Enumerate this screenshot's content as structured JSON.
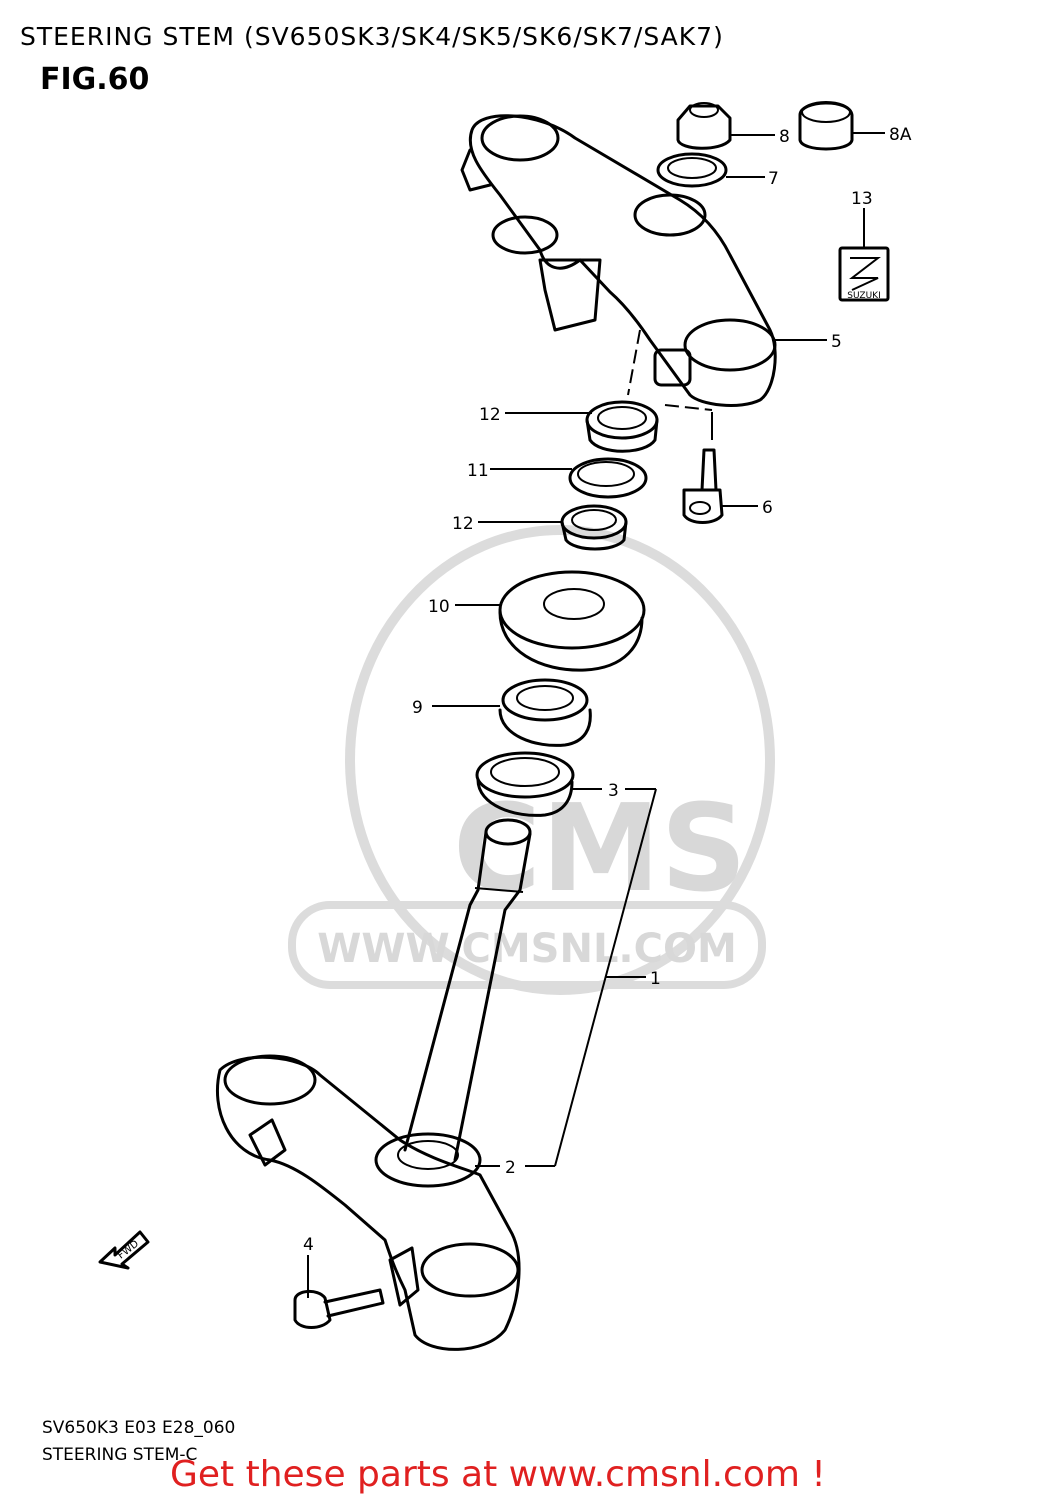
{
  "header": {
    "title": "STEERING STEM (SV650SK3/SK4/SK5/SK6/SK7/SAK7)",
    "figure": "FIG.60"
  },
  "callouts": {
    "c1": "1",
    "c2": "2",
    "c3": "3",
    "c4": "4",
    "c5": "5",
    "c6": "6",
    "c7": "7",
    "c8": "8",
    "c8a": "8A",
    "c9": "9",
    "c10": "10",
    "c11": "11",
    "c12a": "12",
    "c12b": "12",
    "c13": "13"
  },
  "emblem_text": "SUZUKI",
  "fwd_text": "FWD",
  "watermark": {
    "logo": "CMS",
    "url": "WWW.CMSNL.COM"
  },
  "footer": {
    "code": "SV650K3 E03 E28_060",
    "name": "STEERING STEM-C",
    "promo": "Get these parts at www.cmsnl.com !"
  },
  "colors": {
    "promo": "#e02020",
    "watermark": "#d8d8d8"
  }
}
